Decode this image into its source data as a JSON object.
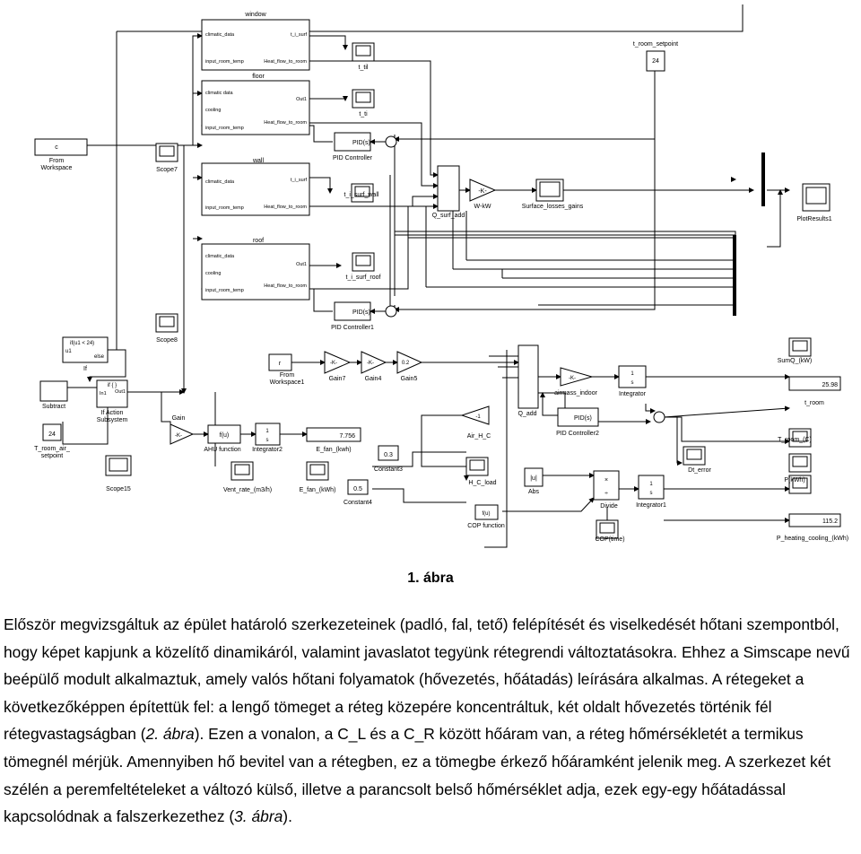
{
  "blocks": {
    "window": {
      "title": "window",
      "in1": "climatic_data",
      "in2": "input_room_temp",
      "out1": "t_i_surf",
      "out2": "Heat_flow_to_room"
    },
    "floor": {
      "title": "floor",
      "in1": "climatic data",
      "in2": "cooling",
      "in3": "input_room_temp",
      "out1": "Out1",
      "out2": "Heat_flow_to_room"
    },
    "wall": {
      "title": "wall",
      "in1": "climatic_data",
      "in2": "input_room_temp",
      "out1": "t_i_surf",
      "out2": "Heat_flow_to_room"
    },
    "roof": {
      "title": "roof",
      "in1": "climatic_data",
      "in2": "cooling",
      "in3": "input_room_temp",
      "out1": "Out1",
      "out2": "Heat_flow_to_room"
    },
    "from_ws": {
      "value": "c",
      "label1": "From",
      "label2": "Workspace"
    },
    "from_ws1": {
      "value": "r",
      "label1": "From",
      "label2": "Workspace1"
    },
    "scope7": "Scope7",
    "scope8": "Scope8",
    "scope15": "Scope15",
    "t_til": "t_til",
    "t_ti": "t_ti",
    "t_i_surf_wall": "t_i_surf_wall",
    "t_i_surf_roof": "t_i_surf_roof",
    "pid": {
      "text": "PID(s)",
      "label": "PID Controller"
    },
    "pid1": {
      "text": "PID(s)",
      "label": "PID Controller1"
    },
    "pid2": {
      "text": "PID(s)",
      "label": "PID Controller2"
    },
    "q_surf_add": "Q_surf_add",
    "w_kw": {
      "gain": "-K-",
      "label": "W-kW"
    },
    "surface_losses": "Surface_losses_gains",
    "plot_results": "PlotResults1",
    "t_room_setpoint": {
      "label": "t_room_setpoint",
      "value": "24"
    },
    "if_block": {
      "cond": "if(u1 < 24)",
      "u1": "u1",
      "else": "else",
      "label": "If"
    },
    "if_action": {
      "text1": "if { }",
      "in1": "In1",
      "out1": "Out1",
      "label1": "If Action",
      "label2": "Subsystem"
    },
    "subtract": "Subtract",
    "t_room_air": {
      "value": "24",
      "label1": "T_room_air_",
      "label2": "setpoint"
    },
    "gain7": {
      "gain": "-K-",
      "label": "Gain7"
    },
    "gain4": {
      "gain": "-K-",
      "label": "Gain4"
    },
    "gain5": {
      "gain": "0.2",
      "label": "Gain5"
    },
    "q_add": "Q_add",
    "airmass": {
      "gain": "-K-",
      "label": "airmass_indoor"
    },
    "integrator": {
      "num": "1",
      "den": "s",
      "label": "Integrator"
    },
    "sumq": "SumQ_(kW)",
    "t_room": {
      "value": "25.98",
      "label": "t_room"
    },
    "t_room_c": "T_room_(C)",
    "gain": {
      "gain": "-K-",
      "label": "Gain"
    },
    "ahu": {
      "text": "f(u)",
      "label": "AHU function"
    },
    "integrator2": {
      "num": "1",
      "den": "s",
      "label": "Integrator2"
    },
    "e_fan_kwh": {
      "value": "7.756",
      "label": "E_fan_(kwh)"
    },
    "constant3": {
      "value": "0.3",
      "label": "Constant3"
    },
    "constant4": {
      "value": "0.5",
      "label": "Constant4"
    },
    "vent_rate": "Vent_rate_(m3/h)",
    "e_fan_kwh2": "E_fan_(kWh)",
    "air_h_c": {
      "gain": "-1",
      "label": "Air_H_C"
    },
    "h_c_load": "H_C_load",
    "abs": {
      "text": "|u|",
      "label": "Abs"
    },
    "divide": {
      "label": "Divide"
    },
    "integrator1": {
      "num": "1",
      "den": "s",
      "label": "Integrator1"
    },
    "dt_error": "Dt_error",
    "p_kwh": "P(kWh)",
    "p_heating": {
      "value": "115.2",
      "label": "P_heating_cooling_(kWh)"
    },
    "cop_function": {
      "text": "f(u)",
      "label": "COP function"
    },
    "cop_time": "COP(time)"
  },
  "caption": "1. ábra",
  "paragraph": {
    "p1": "Először megvizsgáltuk az épület határoló szerkezeteinek (padló, fal, tető) felépítését és viselkedését hőtani szempontból, hogy képet kapjunk a közelítő dinamikáról, valamint javaslatot tegyünk rétegrendi változtatásokra. Ehhez a Simscape nevű beépülő modult alkalmaztuk, amely valós hőtani folyamatok (hővezetés, hőátadás) leírására alkalmas. A rétegeket a következőképpen építettük fel: a lengő tömeget a réteg közepére koncentráltuk, két oldalt hővezetés történik fél rétegvastagságban (",
    "ref1": "2. ábra",
    "p2": "). Ezen a vonalon, a C_L és a C_R között hőáram van, a réteg hőmérsékletét a termikus tömegnél mérjük. Amennyiben hő bevitel van a rétegben, ez a tömegbe érkező hőáramként jelenik meg. A szerkezet két szélén a peremfeltételeket a változó külső, illetve a parancsolt belső hőmérséklet adja, ezek egy-egy hőátadással kapcsolódnak a falszerkezethez (",
    "ref2": "3. ábra",
    "p3": ")."
  }
}
